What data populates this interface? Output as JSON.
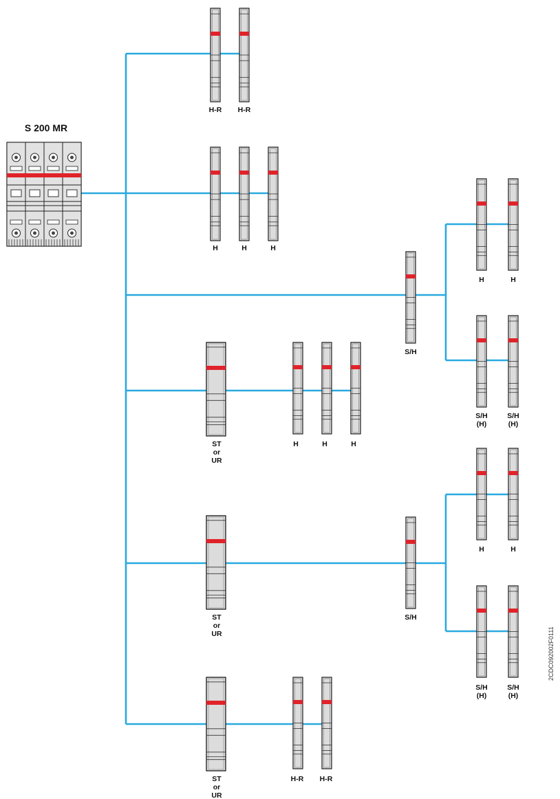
{
  "diagram": {
    "title": "S 200 MR",
    "code": "2CDC092002F0111",
    "colors": {
      "bus": "#29a9e0",
      "marker": "#e0232a",
      "module_fill": "#dcdcdc",
      "module_stroke": "#1a1a1a"
    },
    "labels": {
      "hr": "H-R",
      "h": "H",
      "sh": "S/H",
      "sh_paren": "(H)",
      "st": "ST",
      "or": "or",
      "ur": "UR"
    }
  }
}
